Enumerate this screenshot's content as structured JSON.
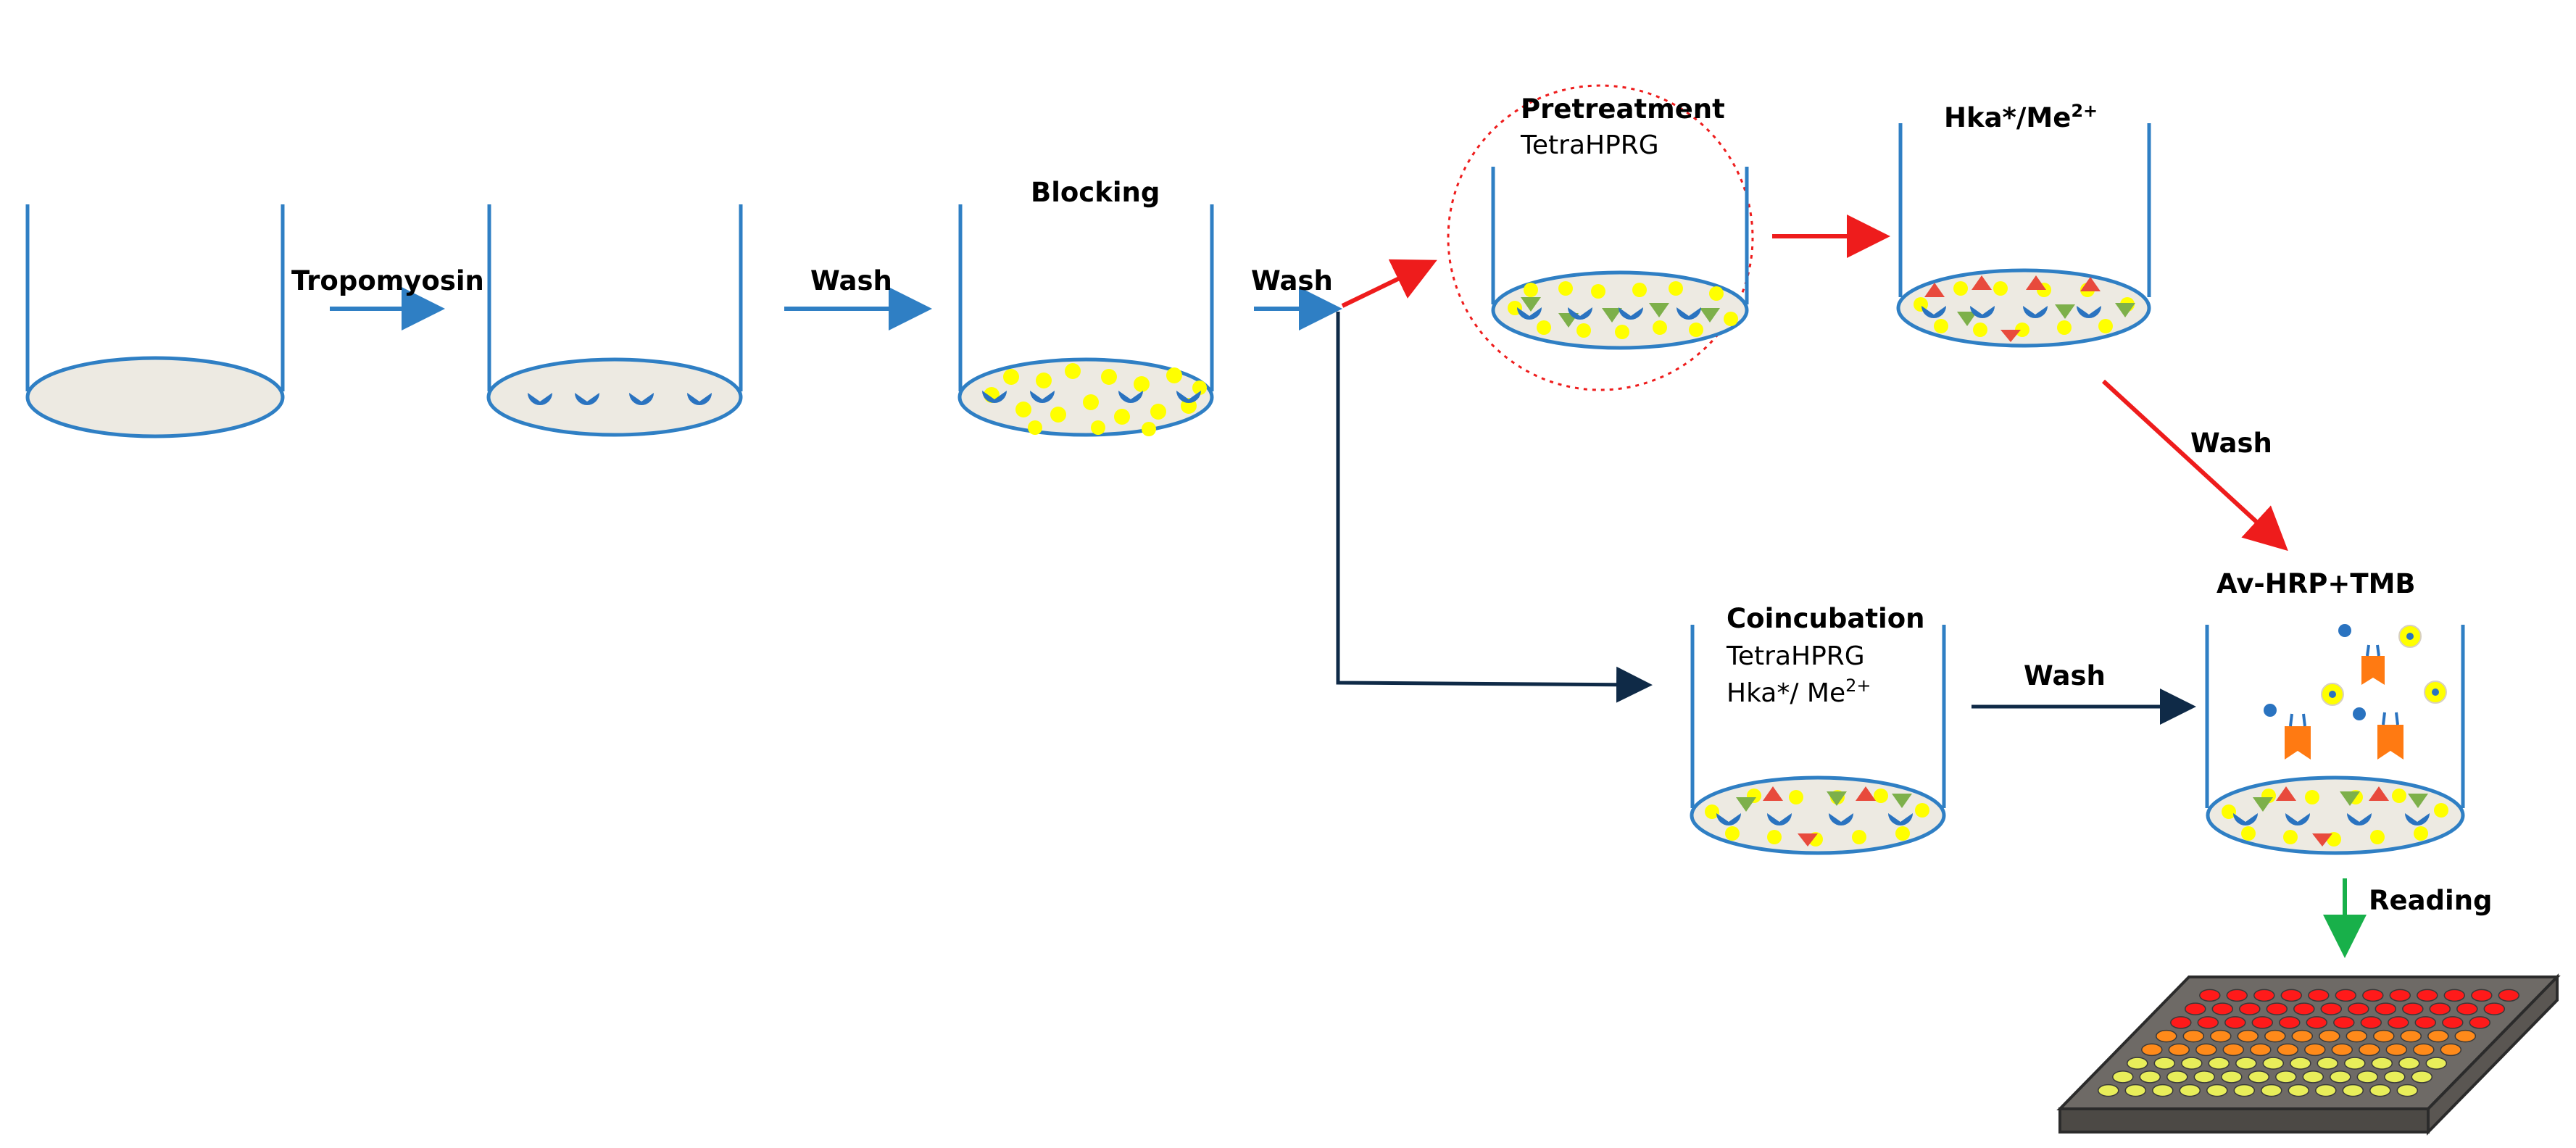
{
  "labels": {
    "tropomyosin": "Tropomyosin",
    "wash_1": "Wash",
    "blocking": "Blocking",
    "wash_2": "Wash",
    "pretreatment_title": "Pretreatment",
    "pretreatment_sub": "TetraHPRG",
    "hka_me_base": "Hka*/Me",
    "hka_me_sup": "2+",
    "wash_3": "Wash",
    "av_hrp_tmb": "Av-HRP+TMB",
    "coincubation_title": "Coincubation",
    "coincubation_sub1": "TetraHPRG",
    "coincubation_sub2_base": "Hka*/ Me",
    "coincubation_sub2_sup": "2+",
    "wash_4": "Wash",
    "reading": "Reading"
  },
  "colors": {
    "well_blue": "#2f7fc4",
    "red_arrow": "#ee1c1c",
    "navy_arrow": "#0f2a47",
    "green_arrow": "#18b04a",
    "dot_yellow": "#ffff00",
    "triangle_green": "#7db04a",
    "triangle_red": "#e84a3c",
    "antibody_orange": "#ff7a12",
    "plate_red": "#ff1a1a",
    "plate_orange": "#ff8a1a",
    "plate_yellow": "#e8ee5a"
  },
  "plate": {
    "rows": 8,
    "columns": 12
  }
}
